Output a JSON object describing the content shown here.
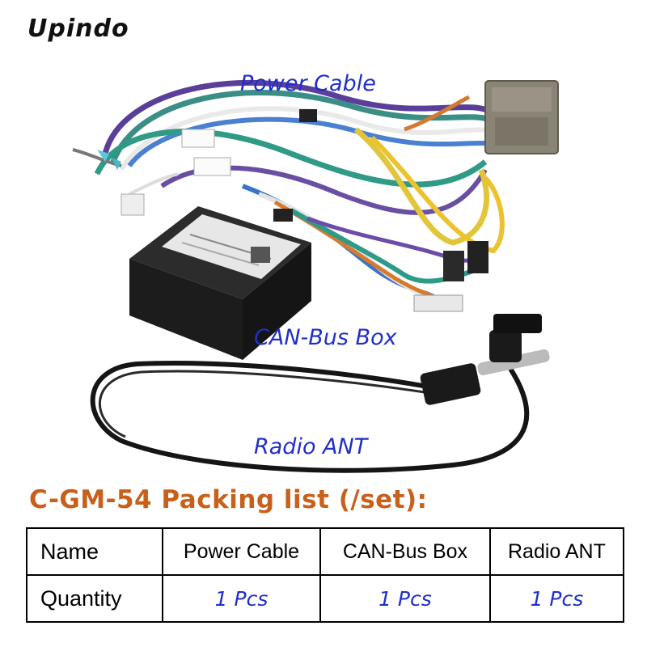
{
  "brand": "Upindo",
  "labels": {
    "power_cable": "Power Cable",
    "can_bus_box": "CAN-Bus Box",
    "radio_ant": "Radio ANT"
  },
  "packing_title": "C-GM-54 Packing list (/set):",
  "table": {
    "row_headers": [
      "Name",
      "Quantity"
    ],
    "items": [
      {
        "name": "Power Cable",
        "quantity": "1 Pcs"
      },
      {
        "name": "CAN-Bus Box",
        "quantity": "1 Pcs"
      },
      {
        "name": "Radio ANT",
        "quantity": "1 Pcs"
      }
    ]
  },
  "colors": {
    "label_blue": "#1f2fc9",
    "title_orange": "#c8601c"
  },
  "icons": [
    "wire-harness-image",
    "can-bus-box-image",
    "antenna-cable-image"
  ]
}
